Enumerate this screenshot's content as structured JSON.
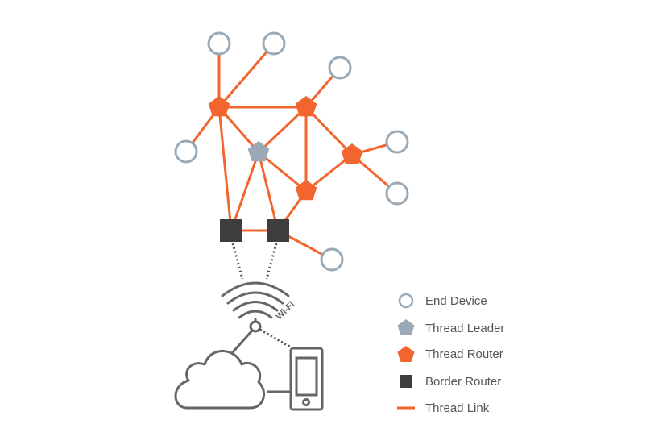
{
  "legend": {
    "end_device": "End Device",
    "thread_leader": "Thread Leader",
    "thread_router": "Thread Router",
    "border_router": "Border Router",
    "thread_link": "Thread Link"
  },
  "wifi_label": "Wi-Fi",
  "caption": "",
  "colors": {
    "thread_router": "#f2652f",
    "thread_leader": "#9aa9b6",
    "end_device_stroke": "#9aa9b6",
    "border_router": "#3d3d3d",
    "thread_link": "#f2652f",
    "infrastructure": "#666666"
  }
}
